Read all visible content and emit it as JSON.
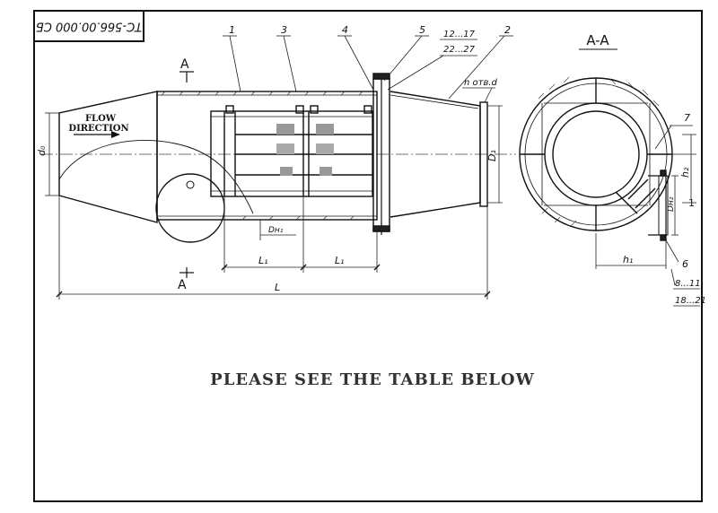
{
  "drawing_code": "ТС-566.00.000 СБ",
  "flow_label": {
    "line1": "FLOW",
    "line2": "DIRECTION"
  },
  "section_marker": "A",
  "section_title": "A-A",
  "part_numbers": {
    "p1": "1",
    "p2": "2",
    "p3": "3",
    "p4": "4",
    "p5": "5",
    "p6": "6",
    "p7": "7",
    "p12_17": "12...17",
    "p22_27": "22...27",
    "p8_11": "8...11",
    "p18_21": "18...21"
  },
  "dimensions": {
    "L": "L",
    "L1a": "L₁",
    "L1b": "L₁",
    "d0": "d₀",
    "D1": "D₁",
    "Dh1": "Dн₁",
    "holes": "n отв.d",
    "h1": "h₁",
    "h2": "h₂",
    "Dh2": "Dн₂",
    "one": "1"
  },
  "note": "PLEASE SEE THE TABLE BELOW"
}
